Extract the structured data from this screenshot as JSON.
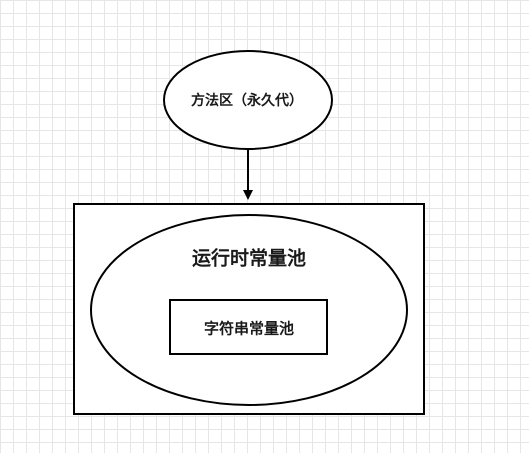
{
  "diagram": {
    "method_area": {
      "label": "方法区（永久代）"
    },
    "runtime_constant_pool": {
      "label": "运行时常量池"
    },
    "string_constant_pool": {
      "label": "字符串常量池"
    },
    "colors": {
      "stroke": "#000000",
      "fill": "#ffffff",
      "grid": "#e6e6e6",
      "text": "#1a1a1a"
    }
  }
}
